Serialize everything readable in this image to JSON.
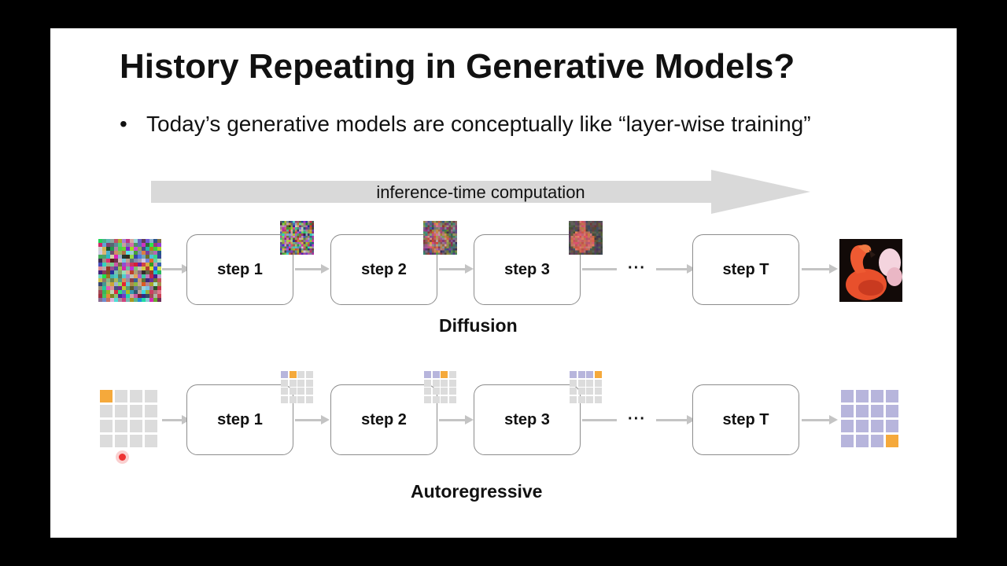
{
  "slide": {
    "title": "History Repeating in Generative Models?",
    "bullet": "Today’s generative models are conceptually like “layer-wise training”",
    "arrow_label": "inference-time computation"
  },
  "diffusion": {
    "label": "Diffusion",
    "steps": [
      "step 1",
      "step 2",
      "step 3"
    ],
    "ellipsis": "···",
    "final_step": "step T",
    "output_image": "flamingo-image"
  },
  "autoregressive": {
    "label": "Autoregressive",
    "steps": [
      "step 1",
      "step 2",
      "step 3"
    ],
    "ellipsis": "···",
    "final_step": "step T"
  },
  "colors": {
    "token_current": "#f5a93b",
    "token_done": "#b7b5dc",
    "token_empty": "#dcdcdc",
    "arrow": "#c4c4c4",
    "box_border": "#8c8c8c"
  }
}
